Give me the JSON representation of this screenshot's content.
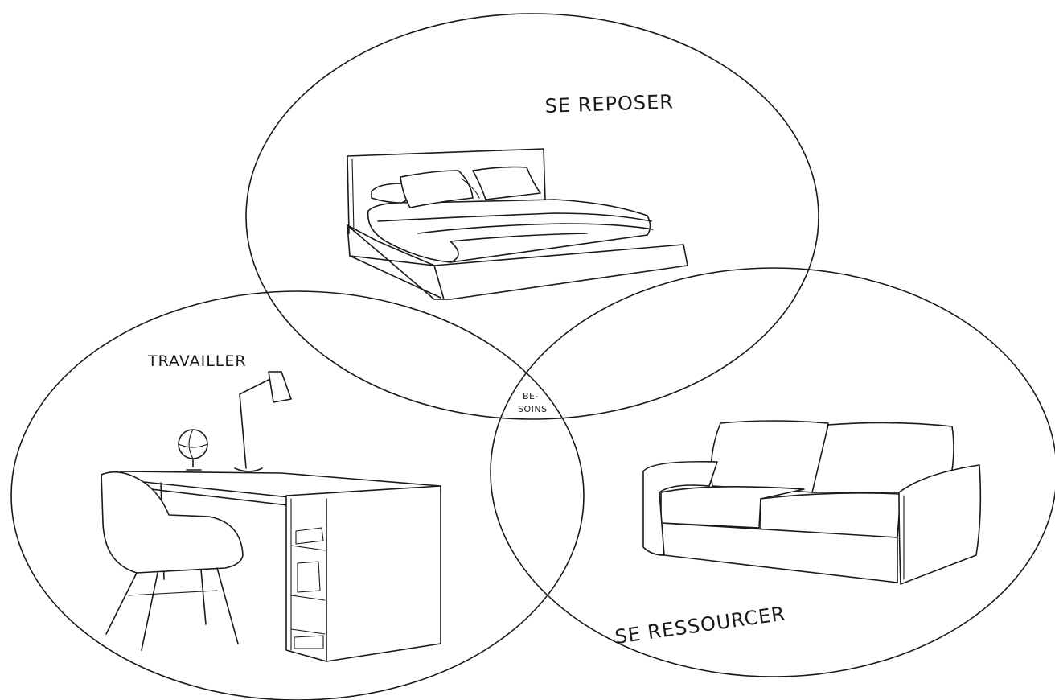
{
  "diagram": {
    "circles": [
      {
        "id": "rest",
        "label": "SE REPOSER",
        "icon": "bed-icon"
      },
      {
        "id": "work",
        "label": "TRAVAILLER",
        "icon": "desk-icon"
      },
      {
        "id": "recharge",
        "label": "SE RESSOURCER",
        "icon": "sofa-icon"
      }
    ],
    "center": {
      "line1": "BE-",
      "line2": "SOINS"
    }
  }
}
